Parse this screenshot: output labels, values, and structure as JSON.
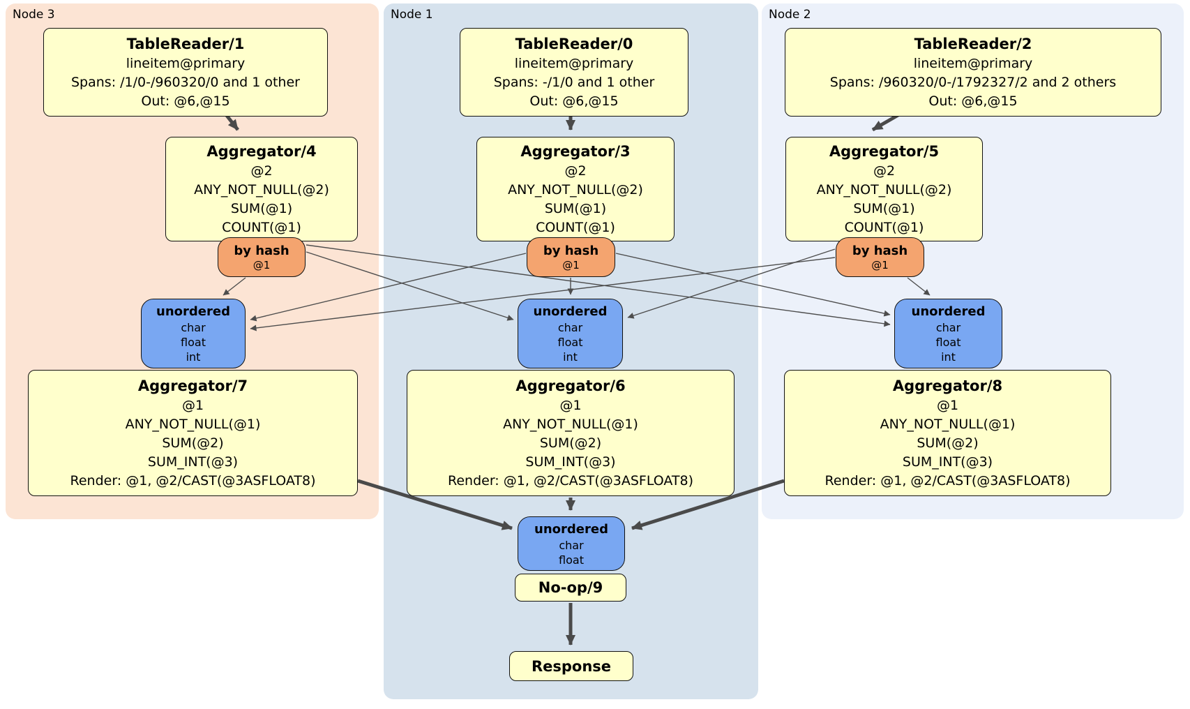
{
  "colors": {
    "node3_bg": "#fce4d4",
    "node1_bg": "#d6e2ed",
    "node2_bg": "#ecf1fa",
    "processor_fill": "#ffffcc",
    "router_fill": "#f4a46f",
    "sync_fill": "#79a7f2",
    "edge": "#4a4a4a",
    "border": "#111111"
  },
  "regions": {
    "node3": {
      "label": "Node 3"
    },
    "node1": {
      "label": "Node 1"
    },
    "node2": {
      "label": "Node 2"
    }
  },
  "boxes": {
    "tr1": {
      "title": "TableReader/1",
      "lines": [
        "lineitem@primary",
        "Spans: /1/0-/960320/0 and 1 other",
        "Out: @6,@15"
      ]
    },
    "tr0": {
      "title": "TableReader/0",
      "lines": [
        "lineitem@primary",
        "Spans: -/1/0 and 1 other",
        "Out: @6,@15"
      ]
    },
    "tr2": {
      "title": "TableReader/2",
      "lines": [
        "lineitem@primary",
        "Spans: /960320/0-/1792327/2 and 2 others",
        "Out: @6,@15"
      ]
    },
    "agg4": {
      "title": "Aggregator/4",
      "lines": [
        "@2",
        "ANY_NOT_NULL(@2)",
        "SUM(@1)",
        "COUNT(@1)"
      ]
    },
    "agg3": {
      "title": "Aggregator/3",
      "lines": [
        "@2",
        "ANY_NOT_NULL(@2)",
        "SUM(@1)",
        "COUNT(@1)"
      ]
    },
    "agg5": {
      "title": "Aggregator/5",
      "lines": [
        "@2",
        "ANY_NOT_NULL(@2)",
        "SUM(@1)",
        "COUNT(@1)"
      ]
    },
    "bh3": {
      "title": "by hash",
      "lines": [
        "@1"
      ]
    },
    "bh1": {
      "title": "by hash",
      "lines": [
        "@1"
      ]
    },
    "bh2": {
      "title": "by hash",
      "lines": [
        "@1"
      ]
    },
    "un3": {
      "title": "unordered",
      "lines": [
        "char",
        "float",
        "int"
      ]
    },
    "un1": {
      "title": "unordered",
      "lines": [
        "char",
        "float",
        "int"
      ]
    },
    "un2": {
      "title": "unordered",
      "lines": [
        "char",
        "float",
        "int"
      ]
    },
    "agg7": {
      "title": "Aggregator/7",
      "lines": [
        "@1",
        "ANY_NOT_NULL(@1)",
        "SUM(@2)",
        "SUM_INT(@3)",
        "Render: @1, @2/CAST(@3ASFLOAT8)"
      ]
    },
    "agg6": {
      "title": "Aggregator/6",
      "lines": [
        "@1",
        "ANY_NOT_NULL(@1)",
        "SUM(@2)",
        "SUM_INT(@3)",
        "Render: @1, @2/CAST(@3ASFLOAT8)"
      ]
    },
    "agg8": {
      "title": "Aggregator/8",
      "lines": [
        "@1",
        "ANY_NOT_NULL(@1)",
        "SUM(@2)",
        "SUM_INT(@3)",
        "Render: @1, @2/CAST(@3ASFLOAT8)"
      ]
    },
    "unb": {
      "title": "unordered",
      "lines": [
        "char",
        "float"
      ]
    },
    "noop": {
      "title": "No-op/9",
      "lines": []
    },
    "response": {
      "title": "Response",
      "lines": []
    }
  },
  "edges": [
    {
      "from": "tr1",
      "to": "agg4"
    },
    {
      "from": "tr0",
      "to": "agg3"
    },
    {
      "from": "tr2",
      "to": "agg5"
    },
    {
      "from": "bh3",
      "to": "un3"
    },
    {
      "from": "bh3",
      "to": "un1"
    },
    {
      "from": "bh3",
      "to": "un2"
    },
    {
      "from": "bh1",
      "to": "un3"
    },
    {
      "from": "bh1",
      "to": "un1"
    },
    {
      "from": "bh1",
      "to": "un2"
    },
    {
      "from": "bh2",
      "to": "un3"
    },
    {
      "from": "bh2",
      "to": "un1"
    },
    {
      "from": "bh2",
      "to": "un2"
    },
    {
      "from": "agg7",
      "to": "unb"
    },
    {
      "from": "agg6",
      "to": "unb"
    },
    {
      "from": "agg8",
      "to": "unb"
    },
    {
      "from": "noop",
      "to": "response"
    }
  ]
}
